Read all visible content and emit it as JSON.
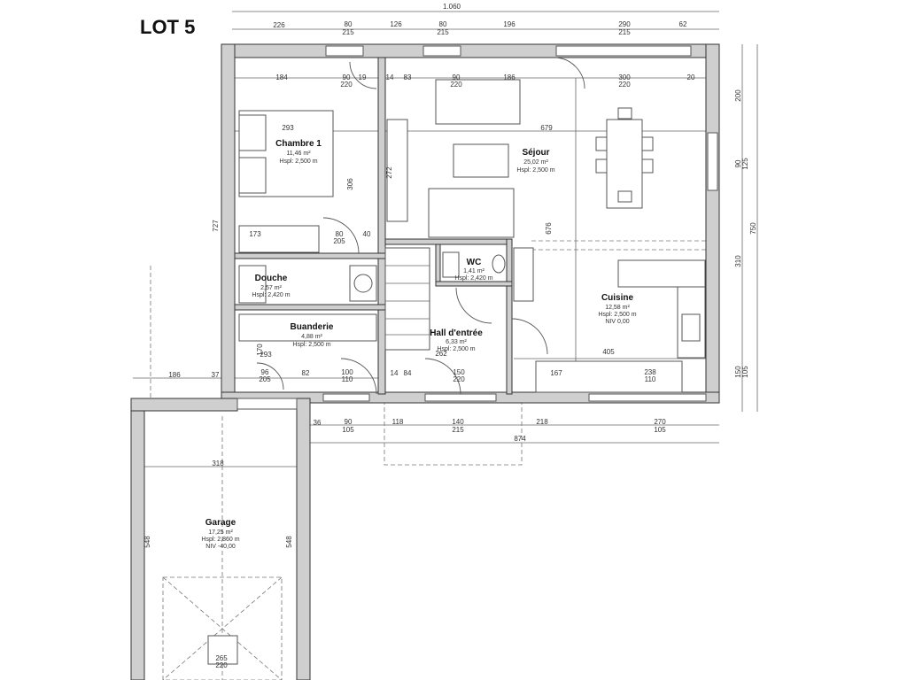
{
  "title": "LOT 5",
  "rooms": [
    {
      "name": "Chambre 1",
      "area": "11,46 m²",
      "height": "Hspl: 2,500 m"
    },
    {
      "name": "Séjour",
      "area": "25,02 m²",
      "height": "Hspl: 2,500 m"
    },
    {
      "name": "Douche",
      "area": "2,57 m²",
      "height": "Hspl: 2,420 m"
    },
    {
      "name": "WC",
      "area": "1,41 m²",
      "height": "Hspl: 2,420 m"
    },
    {
      "name": "Buanderie",
      "area": "4,88 m²",
      "height": "Hspl: 2,500 m"
    },
    {
      "name": "Hall d'entrée",
      "area": "6,33 m²",
      "height": "Hspl: 2,500 m"
    },
    {
      "name": "Cuisine",
      "area": "12,58 m²",
      "height": "Hspl: 2,500 m",
      "level": "NIV 0,00"
    },
    {
      "name": "Garage",
      "area": "17,25 m²",
      "height": "Hspl: 2,860 m",
      "level": "NIV -40,00"
    }
  ],
  "dims": [
    "1.060",
    "226",
    "80",
    "215",
    "126",
    "80",
    "215",
    "196",
    "290",
    "215",
    "62",
    "184",
    "90",
    "220",
    "19",
    "14",
    "83",
    "90",
    "220",
    "186",
    "300",
    "220",
    "20",
    "293",
    "679",
    "173",
    "80",
    "205",
    "40",
    "306",
    "272",
    "293",
    "405",
    "167",
    "238",
    "110",
    "150",
    "220",
    "100",
    "110",
    "82",
    "96",
    "205",
    "186",
    "37",
    "84",
    "14",
    "36",
    "90",
    "105",
    "118",
    "140",
    "215",
    "218",
    "270",
    "105",
    "874",
    "318",
    "200",
    "90",
    "125",
    "750",
    "310",
    "150",
    "105",
    "727",
    "548",
    "548",
    "265",
    "220",
    "170",
    "262",
    "676"
  ]
}
